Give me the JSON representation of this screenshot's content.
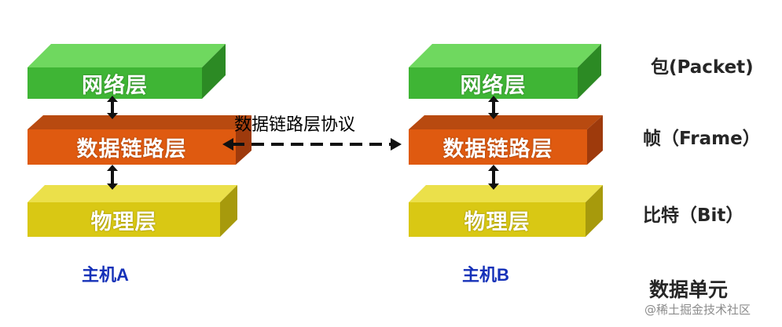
{
  "colors": {
    "network": {
      "front": "#3fb535",
      "top": "#6fd85f",
      "side": "#2c8a24"
    },
    "datalink": {
      "front": "#df5a10",
      "top": "#b84a10",
      "side": "#9e3a0c"
    },
    "physical": {
      "front": "#d9c814",
      "top": "#ebe04a",
      "side": "#a79a0c"
    },
    "host_label": "#1531b8"
  },
  "host_a": {
    "network": "网络层",
    "datalink": "数据链路层",
    "physical": "物理层",
    "name": "主机A"
  },
  "host_b": {
    "network": "网络层",
    "datalink": "数据链路层",
    "physical": "物理层",
    "name": "主机B"
  },
  "protocol_label": "数据链路层协议",
  "units": {
    "packet": "包(Packet)",
    "frame": "帧（Frame）",
    "bit": "比特（Bit）",
    "title": "数据单元"
  },
  "watermark": "@稀土掘金技术社区"
}
